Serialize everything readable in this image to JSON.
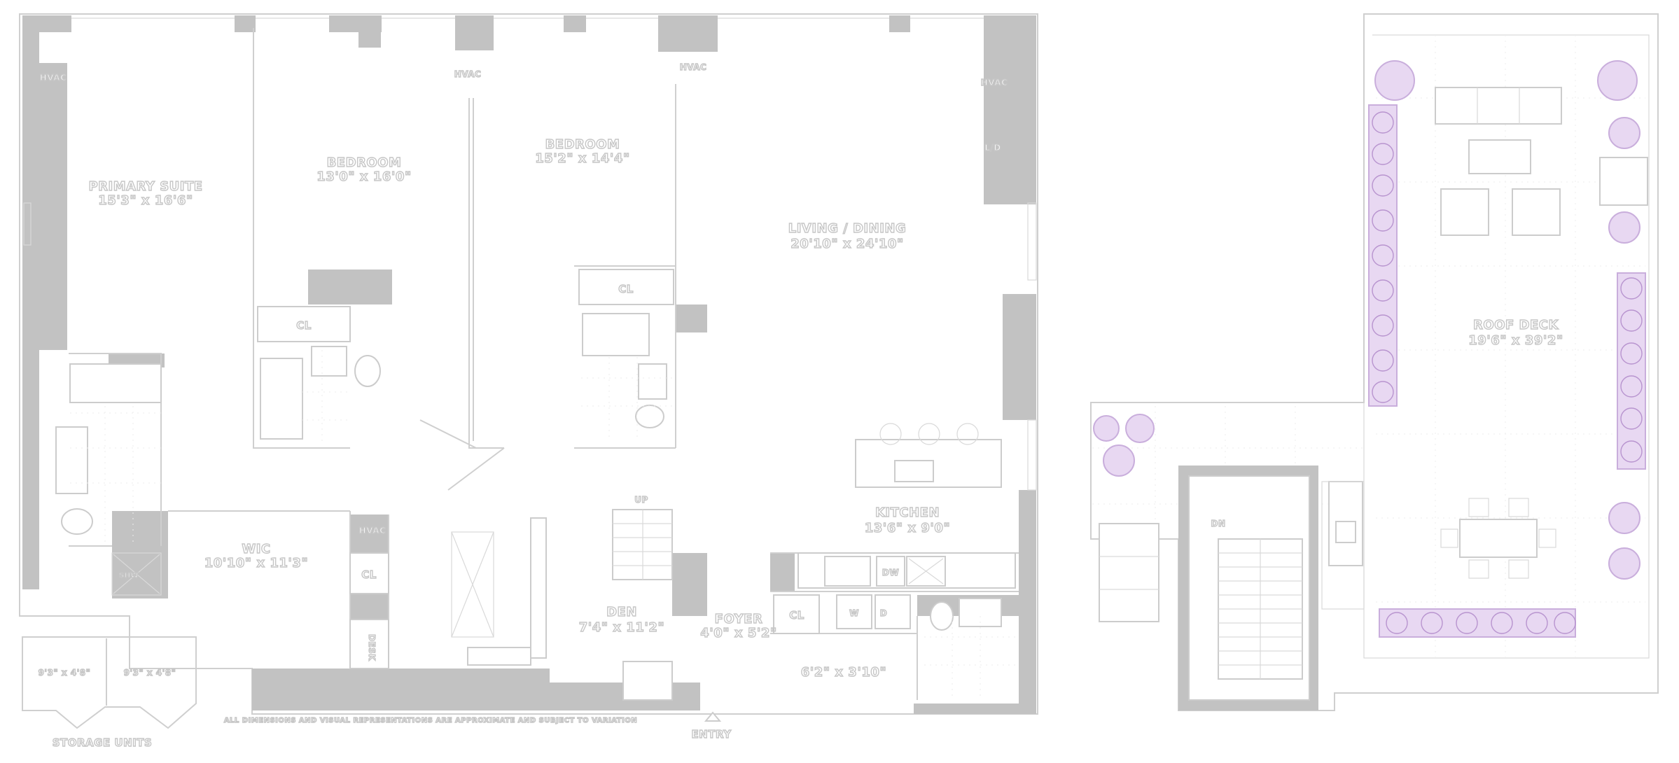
{
  "plan": {
    "rooms": {
      "primary_suite": {
        "name": "PRIMARY SUITE",
        "dims": "15'3\" x 16'6\""
      },
      "bedroom_1": {
        "name": "BEDROOM",
        "dims": "13'0\" x 16'0\""
      },
      "bedroom_2": {
        "name": "BEDROOM",
        "dims": "15'2\" x 14'4\""
      },
      "living_dining": {
        "name": "LIVING / DINING",
        "dims": "20'10\" x 24'10\""
      },
      "kitchen": {
        "name": "KITCHEN",
        "dims": "13'6\" x 9'0\""
      },
      "wic": {
        "name": "WIC",
        "dims": "10'10\" x 11'3\""
      },
      "den": {
        "name": "DEN",
        "dims": "7'4\" x 11'2\""
      },
      "foyer": {
        "name": "FOYER",
        "dims": "4'0\" x 5'2\""
      },
      "laundry": {
        "dims": "6'2\" x 3'10\""
      },
      "roof_deck": {
        "name": "ROOF DECK",
        "dims": "19'6\" x 39'2\""
      }
    },
    "fixtures": {
      "hvac": "HVAC",
      "cl": "CL",
      "dw": "DW",
      "w": "W",
      "d": "D",
      "desk": "DESK",
      "up": "UP",
      "dn": "DN",
      "ld": "L/D",
      "shw": "SHW"
    },
    "storage": {
      "unit_1": "9'3\" x 4'8\"",
      "unit_2": "9'3\" x 4'8\"",
      "label": "STORAGE UNITS"
    },
    "disclaimer": "ALL DIMENSIONS AND VISUAL REPRESENTATIONS ARE APPROXIMATE AND SUBJECT TO VARIATION",
    "entry": "ENTRY",
    "colors": {
      "wall": "#c2c2c2",
      "line": "#cfcfcf",
      "planter": "#c9aedc"
    }
  }
}
